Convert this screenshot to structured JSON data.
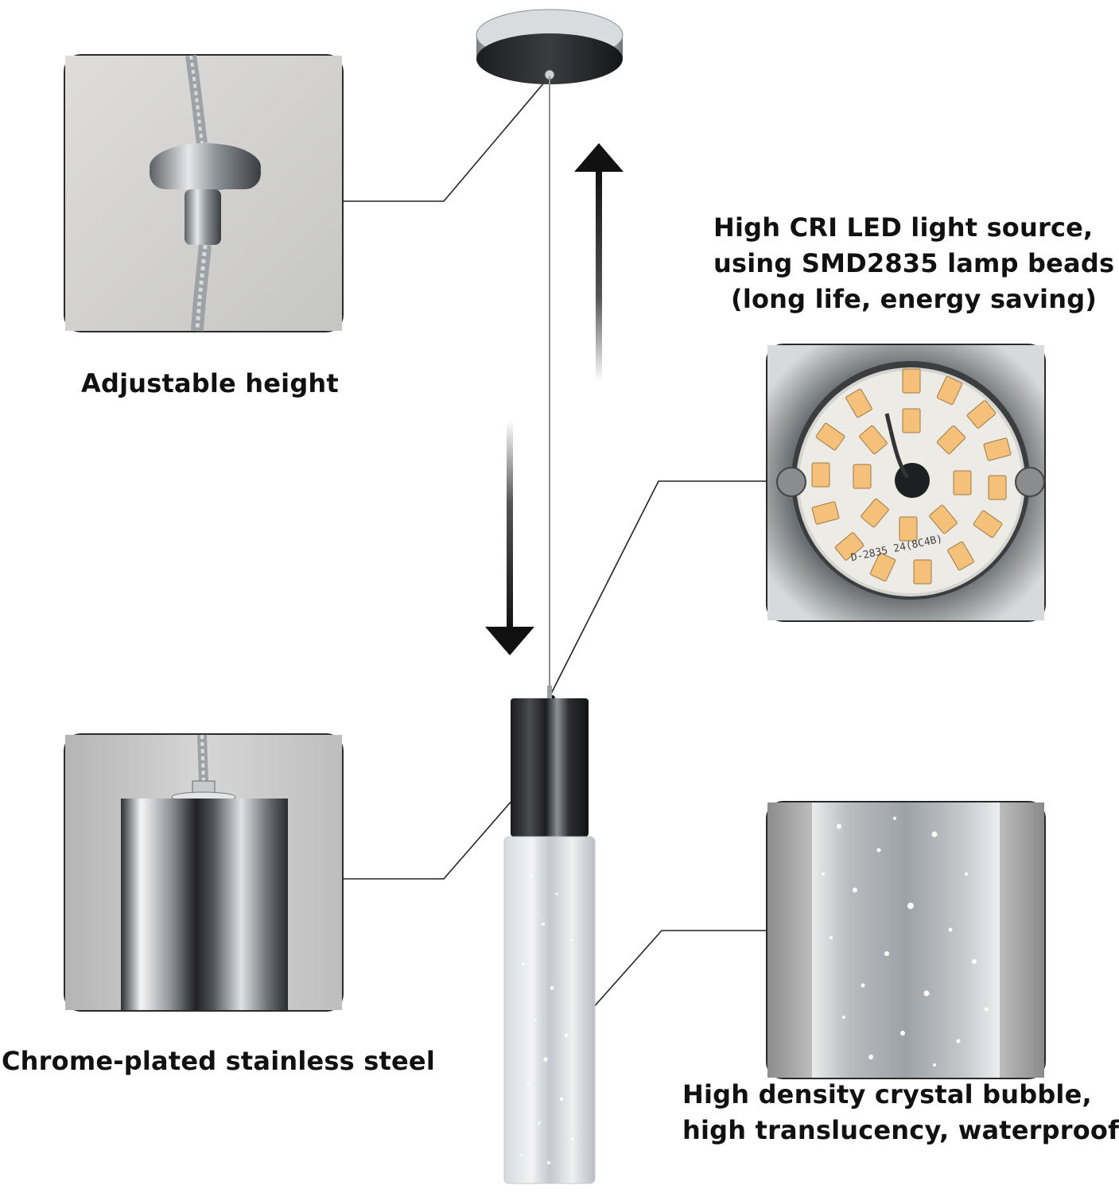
{
  "features": {
    "adjustable_height": {
      "label": "Adjustable height"
    },
    "led_source": {
      "lines": [
        "High CRI LED light source,",
        "using SMD2835 lamp beads",
        "(long life, energy saving)"
      ],
      "pcb_marking": "D-2835 24(8C4B)"
    },
    "chrome_steel": {
      "label": "Chrome-plated stainless steel"
    },
    "crystal_bubble": {
      "lines": [
        "High density crystal bubble,",
        "high translucency, waterproof"
      ]
    }
  },
  "colors": {
    "text": "#111111",
    "leader_line": "#222222",
    "led_bead": "#f4c07a",
    "chrome": "#9aa0a6",
    "photo_border": "#2a2a2a"
  },
  "icons": [
    "up-arrow-icon",
    "down-arrow-icon"
  ]
}
